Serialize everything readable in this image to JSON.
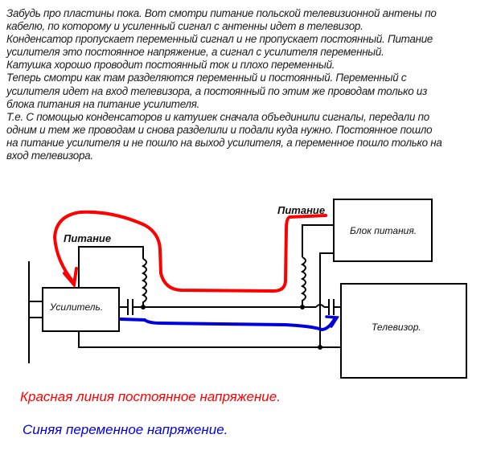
{
  "paragraph_lines": [
    "Забудь про пластины пока. Вот смотри питание польской телевизионной антены по",
    "кабелю, по которому и усиленный сигнал с антенны идет в телевизор.",
    "Конденсатор пропускает переменный сигнал и не пропускает постоянный. Питание",
    "усилителя это постоянное напряжение, а сигнал с усилителя переменный.",
    "Катушка хорошо проводит постоянный ток и плохо переменный.",
    "Теперь смотри как там разделяются переменный и постоянный. Переменный с",
    "усилителя идет на вход телевизора, а постоянный по этим же проводам только из",
    "блока питания на питание усилителя.",
    "Т.е. С помощью конденсаторов и катушек сначала объединили сигналы, передали по",
    "одним и тем же проводам и снова разделили и подали куда нужно. Постоянное пошло",
    "на питание усилителя и не пошло на выход усилителя, а переменное пошло только на",
    "вход телевизора."
  ],
  "diagram": {
    "amplifier": "Усилитель.",
    "power_supply": "Блок питания.",
    "tv": "Телевизор.",
    "power_label_left": "Питание",
    "power_label_right": "Питание"
  },
  "captions": {
    "red": "Красная линия постоянное напряжение.",
    "blue": "Синяя переменное напряжение."
  },
  "colors": {
    "red": "#ff0000",
    "blue": "#0000dd",
    "wire": "#000000"
  }
}
